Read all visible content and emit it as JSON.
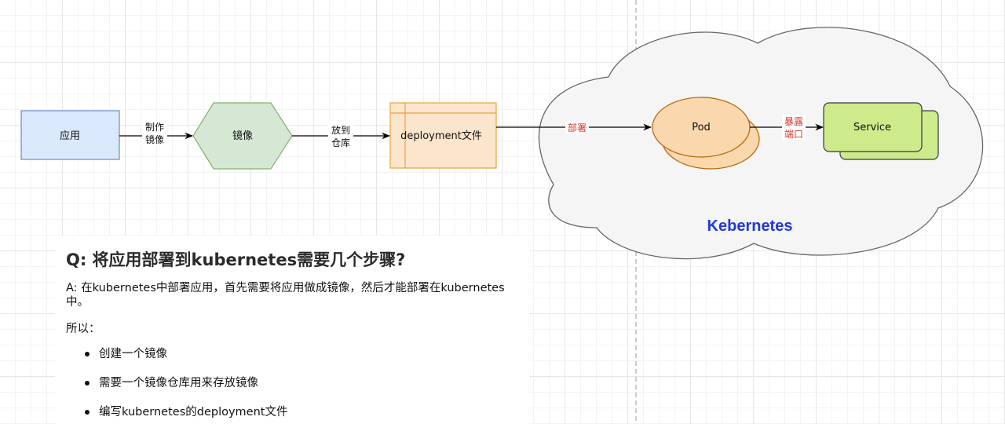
{
  "nodes": {
    "app": "应用",
    "image": "镜像",
    "deployment": "deployment文件",
    "pod": "Pod",
    "service": "Service"
  },
  "edges": {
    "make_image_line1": "制作",
    "make_image_line2": "镜像",
    "store_line1": "放到",
    "store_line2": "仓库",
    "deploy": "部署",
    "expose_line1": "暴露",
    "expose_line2": "端口"
  },
  "cloud_label": "Kebernetes",
  "colors": {
    "app_fill": "#dae8fc",
    "app_stroke": "#6c8ebf",
    "image_fill": "#d5e8d4",
    "image_stroke": "#82b366",
    "deployment_fill": "#fbe5cd",
    "deployment_stroke": "#e8a33d",
    "pod_fill": "#fad7ac",
    "pod_stroke": "#b46504",
    "service_fill": "#cdeb8b",
    "service_stroke": "#36393d",
    "cloud_fill": "#f5f5f5",
    "cloud_stroke": "#666666",
    "red_label": "#d9342b",
    "blue_label": "#2338d6"
  },
  "qa": {
    "question": "Q: 将应用部署到kubernetes需要几个步骤?",
    "answer_line1": "A: 在kubernetes中部署应用，首先需要将应用做成镜像，然后才能部署在kubernetes",
    "answer_line2": "中。",
    "lead": "所以：",
    "steps": [
      "创建一个镜像",
      "需要一个镜像仓库用来存放镜像",
      "编写kubernetes的deployment文件"
    ]
  }
}
